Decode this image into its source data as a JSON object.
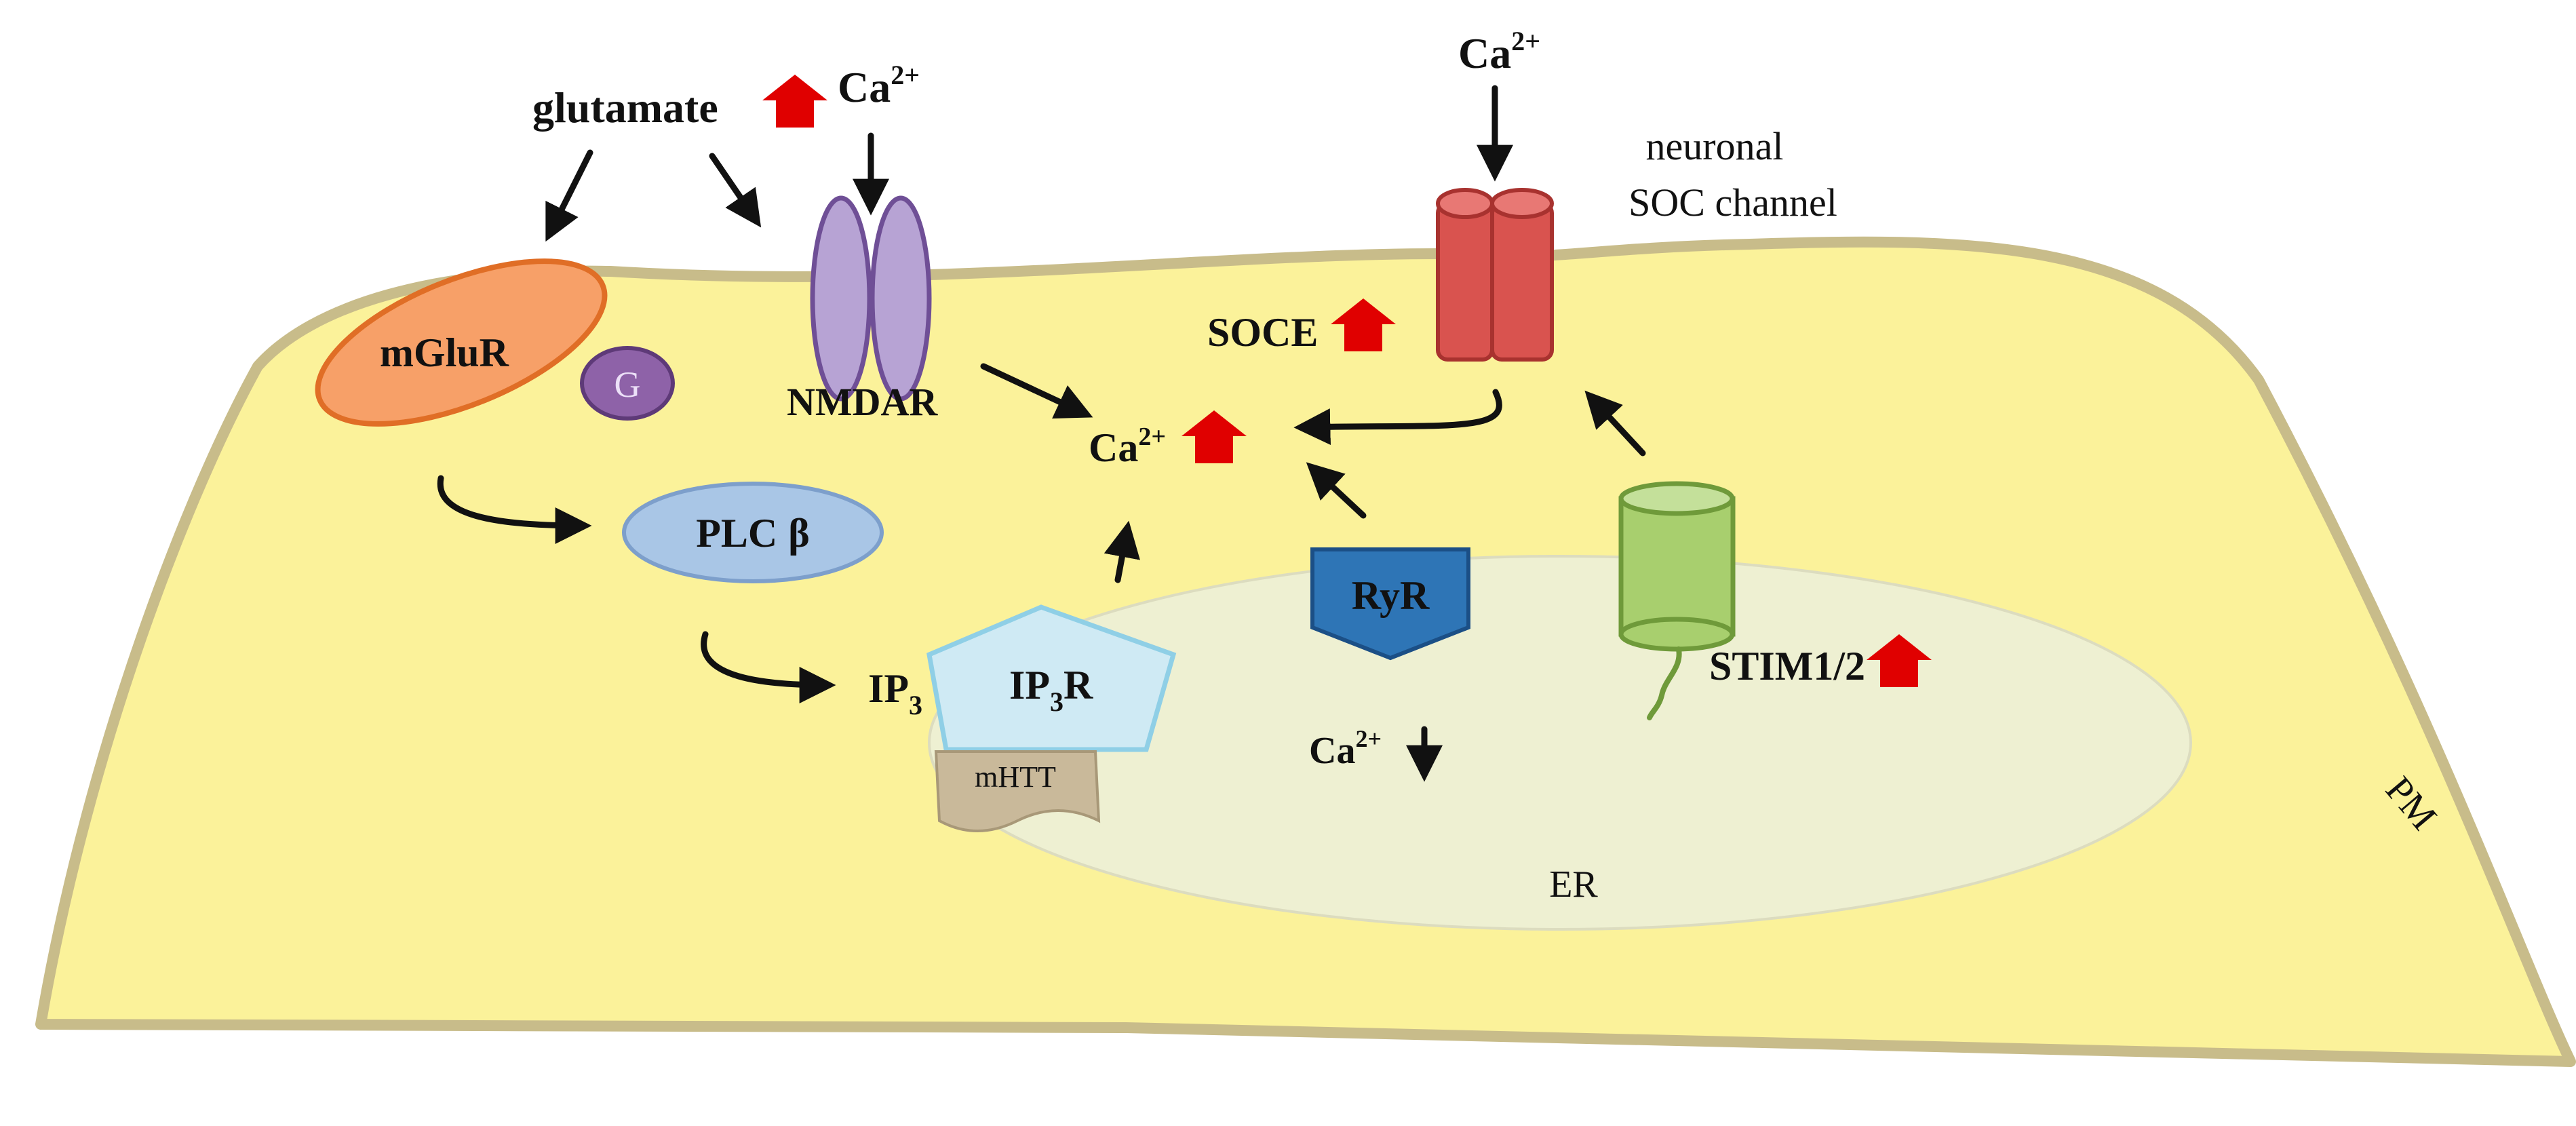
{
  "labels": {
    "glutamate": "glutamate",
    "ca_top_left": "Ca",
    "ca_top_right": "Ca",
    "ca_center": "Ca",
    "ca_er": "Ca",
    "ca_charge": "2+",
    "mglur": "mGluR",
    "g_protein": "G",
    "nmdar": "NMDAR",
    "plc_main": "PLC",
    "plc_greek": "β",
    "ip3_base": "IP",
    "ip3_sub": "3",
    "ip3r_base": "IP",
    "ip3r_sub": "3",
    "ip3r_suffix": "R",
    "mhtt": "mHTT",
    "ryr": "RyR",
    "soce": "SOCE",
    "neuronal_line1": "neuronal",
    "neuronal_line2": "SOC channel",
    "stim": "STIM1/2",
    "er": "ER",
    "pm": "PM"
  },
  "colors": {
    "cytoplasm": "#fbf29a",
    "membrane": "#c8bc8a",
    "er_fill": "#eef0d2",
    "mglur": "#f7a068",
    "g_protein": "#8e62a8",
    "nmdar": "#b7a3d4",
    "plc": "#a9c6e6",
    "ip3r": "#cfeaf4",
    "mhtt": "#c9b99a",
    "ryr": "#2e75b6",
    "soc_channel": "#d9534f",
    "stim": "#a8cf6e",
    "up_arrow": "#e00000"
  }
}
